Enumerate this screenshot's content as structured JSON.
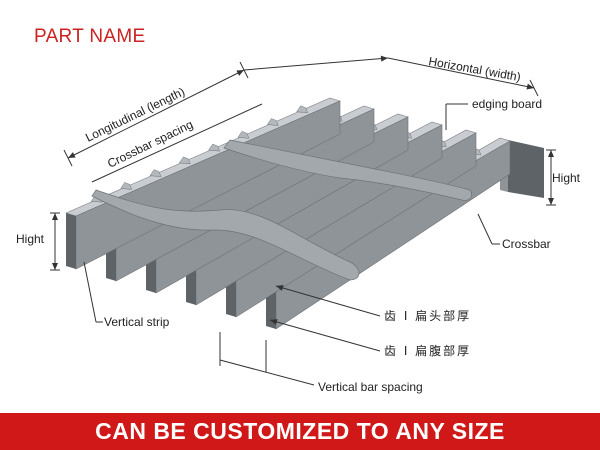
{
  "title": "PART NAME",
  "banner": "CAN BE CUSTOMIZED TO ANY SIZE",
  "labels": {
    "horizontal": "Horizontal (width)",
    "longitudinal": "Longitudinal (length)",
    "crossbar_spacing": "Crossbar spacing",
    "edging_board": "edging board",
    "hight_right": "Hight",
    "hight_left": "Hight",
    "crossbar": "Crossbar",
    "vertical_strip": "Vertical strip",
    "tooth_flat_head": "齿 Ⅰ 扁头部厚",
    "tooth_flat_belly": "齿 Ⅰ 扁腹部厚",
    "vertical_bar_spacing": "Vertical bar spacing"
  },
  "colors": {
    "title": "#cc2222",
    "banner_bg": "#d01818",
    "banner_text": "#ffffff",
    "bar_top": "#c9ccd0",
    "bar_face": "#8f9499",
    "bar_dark": "#5e6368",
    "twist": "#a3a8ad"
  }
}
